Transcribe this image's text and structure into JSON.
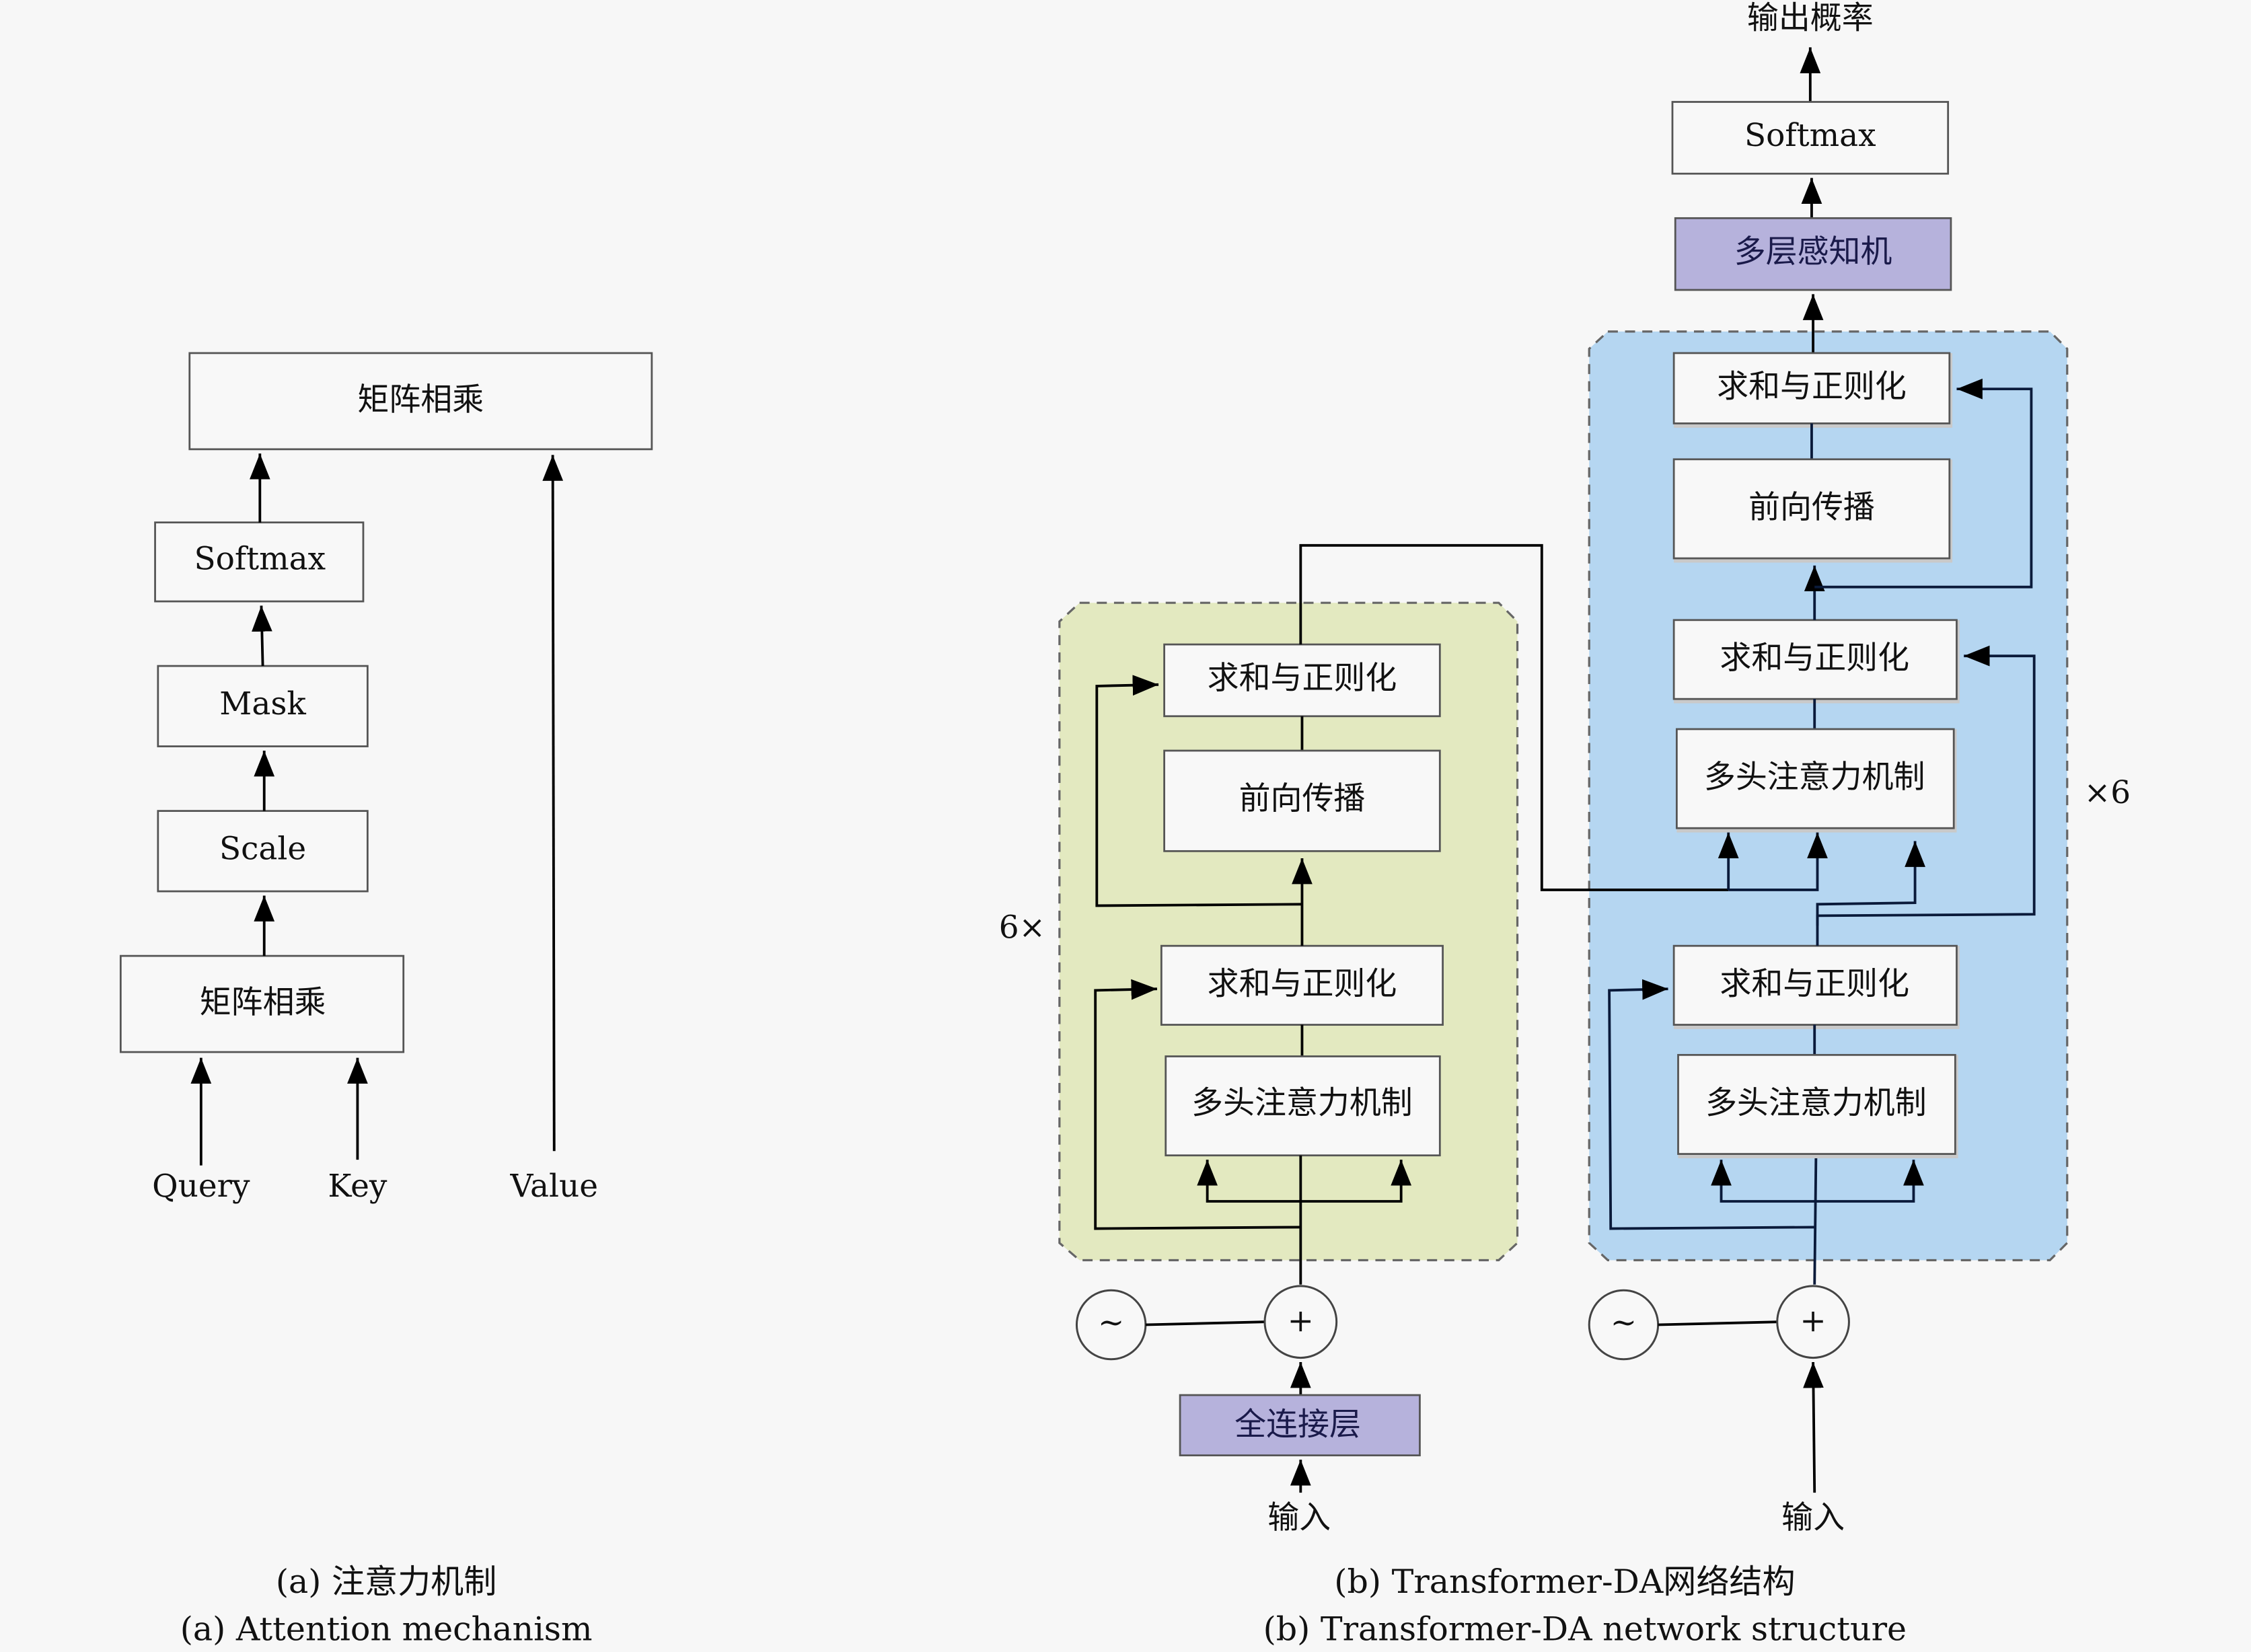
{
  "panel_a": {
    "boxes": {
      "matmul_top": "矩阵相乘",
      "softmax": "Softmax",
      "mask": "Mask",
      "scale": "Scale",
      "matmul_bottom": "矩阵相乘"
    },
    "inputs": {
      "query": "Query",
      "key": "Key",
      "value": "Value"
    },
    "caption_zh": "(a) 注意力机制",
    "caption_en": "(a) Attention mechanism"
  },
  "panel_b": {
    "output_label": "输出概率",
    "softmax": "Softmax",
    "mlp": "多层感知机",
    "encoder": {
      "repeat_label": "6×",
      "add_norm_top": "求和与正则化",
      "feed_forward": "前向传播",
      "add_norm_bottom": "求和与正则化",
      "multi_head_attention": "多头注意力机制",
      "color": "#e3e9c0"
    },
    "decoder": {
      "repeat_label": "×6",
      "add_norm_top": "求和与正则化",
      "feed_forward": "前向传播",
      "add_norm_middle": "求和与正则化",
      "multi_head_attention_top": "多头注意力机制",
      "add_norm_bottom": "求和与正则化",
      "multi_head_attention_bottom": "多头注意力机制",
      "color": "#b5d6f1"
    },
    "positional_encoding_symbol": "~",
    "add_symbol": "+",
    "fc_layer": "全连接层",
    "encoder_input": "输入",
    "decoder_input": "输入",
    "caption_zh": "(b) Transformer-DA网络结构",
    "caption_en": "(b) Transformer-DA network structure",
    "accent_purple": "#b6b2dc"
  }
}
